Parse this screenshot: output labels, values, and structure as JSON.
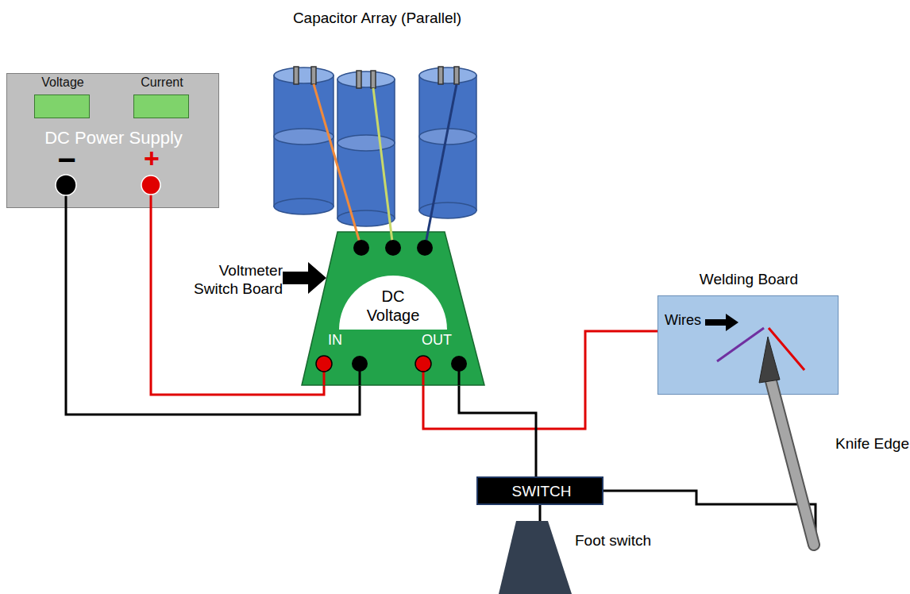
{
  "diagram": {
    "nodes": [
      {
        "text": [
          "DC Power Supply",
          "−",
          "+"
        ]
      },
      {
        "text": [
          "Voltage"
        ],
        "in": 0
      },
      {
        "text": [
          "Current"
        ],
        "in": 0
      },
      {
        "text": [
          "IN",
          "OUT"
        ]
      },
      {
        "text": [
          "DC Voltage"
        ],
        "in": 3
      },
      {
        "text": [
          "Welding Board",
          "Wires"
        ]
      },
      {
        "text": [
          "SWITCH"
        ]
      },
      {
        "text": [
          "Foot switch"
        ]
      }
    ],
    "edges": [
      {
        "from": 0,
        "to": 3,
        "arrow": "none"
      },
      {
        "from": 0,
        "to": 3,
        "arrow": "none"
      },
      {
        "from": 3,
        "to": 5,
        "arrow": "none"
      },
      {
        "from": 3,
        "to": 6,
        "arrow": "none"
      },
      {
        "from": 6,
        "to": 7,
        "arrow": "none"
      }
    ],
    "labels": [
      "Capacitor Array (Parallel)",
      "Voltmeter Switch Board",
      "Knife Edge"
    ]
  }
}
